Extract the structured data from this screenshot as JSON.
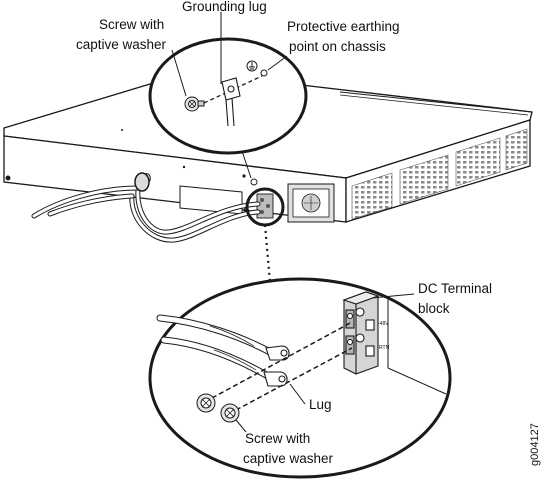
{
  "labels": {
    "screw_top_line1": "Screw with",
    "screw_top_line2": "captive washer",
    "grounding_lug": "Grounding lug",
    "earthing_line1": "Protective earthing",
    "earthing_line2": "point on chassis",
    "dc_line1": "DC Terminal",
    "dc_line2": "block",
    "lug": "Lug",
    "screw_bottom_line1": "Screw with",
    "screw_bottom_line2": "captive washer",
    "terminal_neg48": "-48V",
    "terminal_rtn": "RTN",
    "figure_id": "g004127"
  },
  "icons": {
    "earth_symbol": "protective-earth-ground-icon"
  },
  "colors": {
    "line": "#1a1a1a",
    "fill_light": "#ffffff",
    "shade": "#d9d9d9",
    "shade_dark": "#9a9a9a"
  }
}
